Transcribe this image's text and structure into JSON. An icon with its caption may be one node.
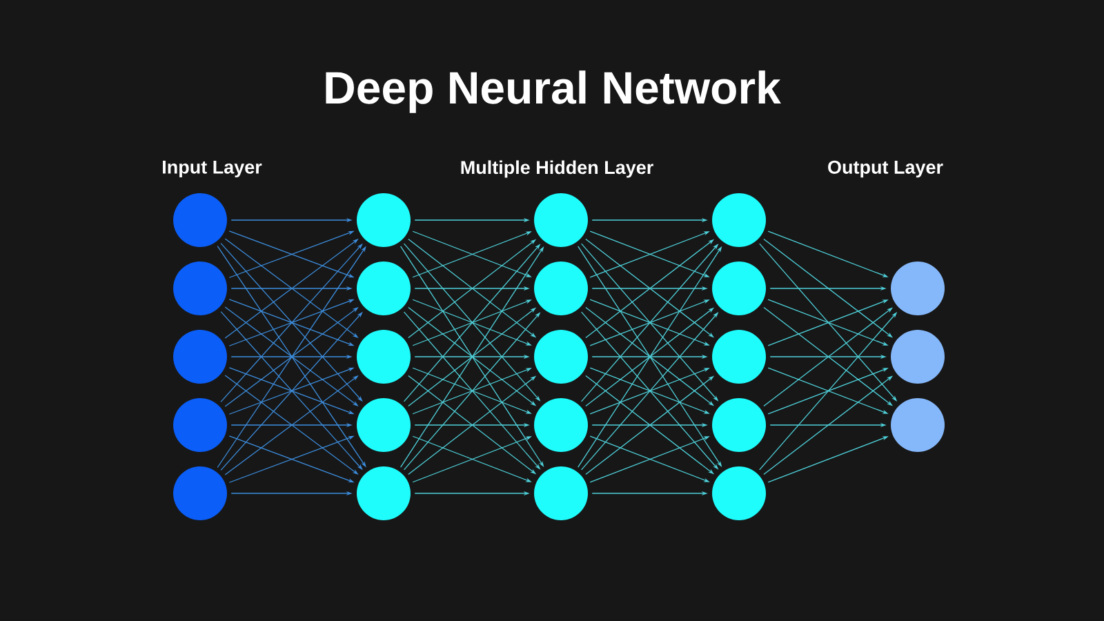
{
  "diagram": {
    "title": "Deep Neural Network",
    "nodes": [
      {
        "text": [],
        "shape": "circle"
      },
      {
        "text": [],
        "shape": "circle"
      },
      {
        "text": [],
        "shape": "circle"
      },
      {
        "text": [],
        "shape": "circle"
      },
      {
        "text": [],
        "shape": "circle"
      },
      {
        "text": [],
        "shape": "circle"
      },
      {
        "text": [],
        "shape": "circle"
      },
      {
        "text": [],
        "shape": "circle"
      },
      {
        "text": [],
        "shape": "circle"
      },
      {
        "text": [],
        "shape": "circle"
      },
      {
        "text": [],
        "shape": "circle"
      },
      {
        "text": [],
        "shape": "circle"
      },
      {
        "text": [],
        "shape": "circle"
      },
      {
        "text": [],
        "shape": "circle"
      },
      {
        "text": [],
        "shape": "circle"
      },
      {
        "text": [],
        "shape": "circle"
      },
      {
        "text": [],
        "shape": "circle"
      },
      {
        "text": [],
        "shape": "circle"
      },
      {
        "text": [],
        "shape": "circle"
      },
      {
        "text": [],
        "shape": "circle"
      },
      {
        "text": [],
        "shape": "circle"
      },
      {
        "text": [],
        "shape": "circle"
      },
      {
        "text": [],
        "shape": "circle"
      }
    ],
    "edges": [
      {
        "from": 0,
        "to": 5,
        "arrow": "to",
        "color": "#3d8fe0"
      },
      {
        "from": 0,
        "to": 6,
        "arrow": "to",
        "color": "#3d8fe0"
      },
      {
        "from": 0,
        "to": 7,
        "arrow": "to",
        "color": "#3d8fe0"
      },
      {
        "from": 0,
        "to": 8,
        "arrow": "to",
        "color": "#3d8fe0"
      },
      {
        "from": 0,
        "to": 9,
        "arrow": "to",
        "color": "#3d8fe0"
      },
      {
        "from": 1,
        "to": 5,
        "arrow": "to",
        "color": "#3d8fe0"
      },
      {
        "from": 1,
        "to": 6,
        "arrow": "to",
        "color": "#3d8fe0"
      },
      {
        "from": 1,
        "to": 7,
        "arrow": "to",
        "color": "#3d8fe0"
      },
      {
        "from": 1,
        "to": 8,
        "arrow": "to",
        "color": "#3d8fe0"
      },
      {
        "from": 1,
        "to": 9,
        "arrow": "to",
        "color": "#3d8fe0"
      },
      {
        "from": 2,
        "to": 5,
        "arrow": "to",
        "color": "#3d8fe0"
      },
      {
        "from": 2,
        "to": 6,
        "arrow": "to",
        "color": "#3d8fe0"
      },
      {
        "from": 2,
        "to": 7,
        "arrow": "to",
        "color": "#3d8fe0"
      },
      {
        "from": 2,
        "to": 8,
        "arrow": "to",
        "color": "#3d8fe0"
      },
      {
        "from": 2,
        "to": 9,
        "arrow": "to",
        "color": "#3d8fe0"
      },
      {
        "from": 3,
        "to": 5,
        "arrow": "to",
        "color": "#3d8fe0"
      },
      {
        "from": 3,
        "to": 6,
        "arrow": "to",
        "color": "#3d8fe0"
      },
      {
        "from": 3,
        "to": 7,
        "arrow": "to",
        "color": "#3d8fe0"
      },
      {
        "from": 3,
        "to": 8,
        "arrow": "to",
        "color": "#3d8fe0"
      },
      {
        "from": 3,
        "to": 9,
        "arrow": "to",
        "color": "#3d8fe0"
      },
      {
        "from": 4,
        "to": 5,
        "arrow": "to",
        "color": "#3d8fe0"
      },
      {
        "from": 4,
        "to": 6,
        "arrow": "to",
        "color": "#3d8fe0"
      },
      {
        "from": 4,
        "to": 7,
        "arrow": "to",
        "color": "#3d8fe0"
      },
      {
        "from": 4,
        "to": 8,
        "arrow": "to",
        "color": "#3d8fe0"
      },
      {
        "from": 4,
        "to": 9,
        "arrow": "to",
        "color": "#3d8fe0"
      },
      {
        "from": 5,
        "to": 10,
        "arrow": "to"
      },
      {
        "from": 5,
        "to": 11,
        "arrow": "to"
      },
      {
        "from": 5,
        "to": 12,
        "arrow": "to"
      },
      {
        "from": 5,
        "to": 13,
        "arrow": "to"
      },
      {
        "from": 5,
        "to": 14,
        "arrow": "to"
      },
      {
        "from": 6,
        "to": 10,
        "arrow": "to"
      },
      {
        "from": 6,
        "to": 11,
        "arrow": "to"
      },
      {
        "from": 6,
        "to": 12,
        "arrow": "to"
      },
      {
        "from": 6,
        "to": 13,
        "arrow": "to"
      },
      {
        "from": 6,
        "to": 14,
        "arrow": "to"
      },
      {
        "from": 7,
        "to": 10,
        "arrow": "to"
      },
      {
        "from": 7,
        "to": 11,
        "arrow": "to"
      },
      {
        "from": 7,
        "to": 12,
        "arrow": "to"
      },
      {
        "from": 7,
        "to": 13,
        "arrow": "to"
      },
      {
        "from": 7,
        "to": 14,
        "arrow": "to"
      },
      {
        "from": 8,
        "to": 10,
        "arrow": "to"
      },
      {
        "from": 8,
        "to": 11,
        "arrow": "to"
      },
      {
        "from": 8,
        "to": 12,
        "arrow": "to"
      },
      {
        "from": 8,
        "to": 13,
        "arrow": "to"
      },
      {
        "from": 8,
        "to": 14,
        "arrow": "to"
      },
      {
        "from": 9,
        "to": 10,
        "arrow": "to"
      },
      {
        "from": 9,
        "to": 11,
        "arrow": "to"
      },
      {
        "from": 9,
        "to": 12,
        "arrow": "to"
      },
      {
        "from": 9,
        "to": 13,
        "arrow": "to"
      },
      {
        "from": 9,
        "to": 14,
        "arrow": "to"
      },
      {
        "from": 10,
        "to": 15,
        "arrow": "to"
      },
      {
        "from": 10,
        "to": 16,
        "arrow": "to"
      },
      {
        "from": 10,
        "to": 17,
        "arrow": "to"
      },
      {
        "from": 10,
        "to": 18,
        "arrow": "to"
      },
      {
        "from": 10,
        "to": 19,
        "arrow": "to"
      },
      {
        "from": 11,
        "to": 15,
        "arrow": "to"
      },
      {
        "from": 11,
        "to": 16,
        "arrow": "to"
      },
      {
        "from": 11,
        "to": 17,
        "arrow": "to"
      },
      {
        "from": 11,
        "to": 18,
        "arrow": "to"
      },
      {
        "from": 11,
        "to": 19,
        "arrow": "to"
      },
      {
        "from": 12,
        "to": 15,
        "arrow": "to"
      },
      {
        "from": 12,
        "to": 16,
        "arrow": "to"
      },
      {
        "from": 12,
        "to": 17,
        "arrow": "to"
      },
      {
        "from": 12,
        "to": 18,
        "arrow": "to"
      },
      {
        "from": 12,
        "to": 19,
        "arrow": "to"
      },
      {
        "from": 13,
        "to": 15,
        "arrow": "to"
      },
      {
        "from": 13,
        "to": 16,
        "arrow": "to"
      },
      {
        "from": 13,
        "to": 17,
        "arrow": "to"
      },
      {
        "from": 13,
        "to": 18,
        "arrow": "to"
      },
      {
        "from": 13,
        "to": 19,
        "arrow": "to"
      },
      {
        "from": 14,
        "to": 15,
        "arrow": "to"
      },
      {
        "from": 14,
        "to": 16,
        "arrow": "to"
      },
      {
        "from": 14,
        "to": 17,
        "arrow": "to"
      },
      {
        "from": 14,
        "to": 18,
        "arrow": "to"
      },
      {
        "from": 14,
        "to": 19,
        "arrow": "to"
      },
      {
        "from": 15,
        "to": 20,
        "arrow": "to"
      },
      {
        "from": 15,
        "to": 21,
        "arrow": "to"
      },
      {
        "from": 15,
        "to": 22,
        "arrow": "to"
      },
      {
        "from": 16,
        "to": 20,
        "arrow": "to"
      },
      {
        "from": 16,
        "to": 21,
        "arrow": "to"
      },
      {
        "from": 16,
        "to": 22,
        "arrow": "to"
      },
      {
        "from": 17,
        "to": 20,
        "arrow": "to"
      },
      {
        "from": 17,
        "to": 21,
        "arrow": "to"
      },
      {
        "from": 17,
        "to": 22,
        "arrow": "to"
      },
      {
        "from": 18,
        "to": 20,
        "arrow": "to"
      },
      {
        "from": 18,
        "to": 21,
        "arrow": "to"
      },
      {
        "from": 18,
        "to": 22,
        "arrow": "to"
      },
      {
        "from": 19,
        "to": 20,
        "arrow": "to"
      },
      {
        "from": 19,
        "to": 21,
        "arrow": "to"
      },
      {
        "from": 19,
        "to": 22,
        "arrow": "to"
      }
    ],
    "labels": [
      "Input Layer",
      "Multiple Hidden Layer",
      "Output Layer"
    ]
  }
}
